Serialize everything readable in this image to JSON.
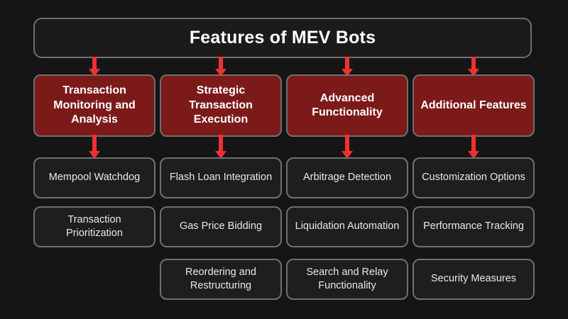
{
  "diagram": {
    "title": "Features of MEV Bots",
    "background_color": "#151515",
    "accent_color": "#7c1a1a",
    "arrow_color": "#f03030",
    "border_color": "#6f6f6f",
    "columns": [
      {
        "header": "Transaction Monitoring and Analysis",
        "items": [
          "Mempool Watchdog",
          "Transaction Prioritization"
        ]
      },
      {
        "header": "Strategic Transaction Execution",
        "items": [
          "Flash Loan Integration",
          "Gas Price Bidding",
          "Reordering and Restructuring"
        ]
      },
      {
        "header": "Advanced Functionality",
        "items": [
          "Arbitrage Detection",
          "Liquidation Automation",
          "Search and Relay Functionality"
        ]
      },
      {
        "header": "Additional Features",
        "items": [
          "Customization Options",
          "Performance Tracking",
          "Security Measures"
        ]
      }
    ]
  }
}
